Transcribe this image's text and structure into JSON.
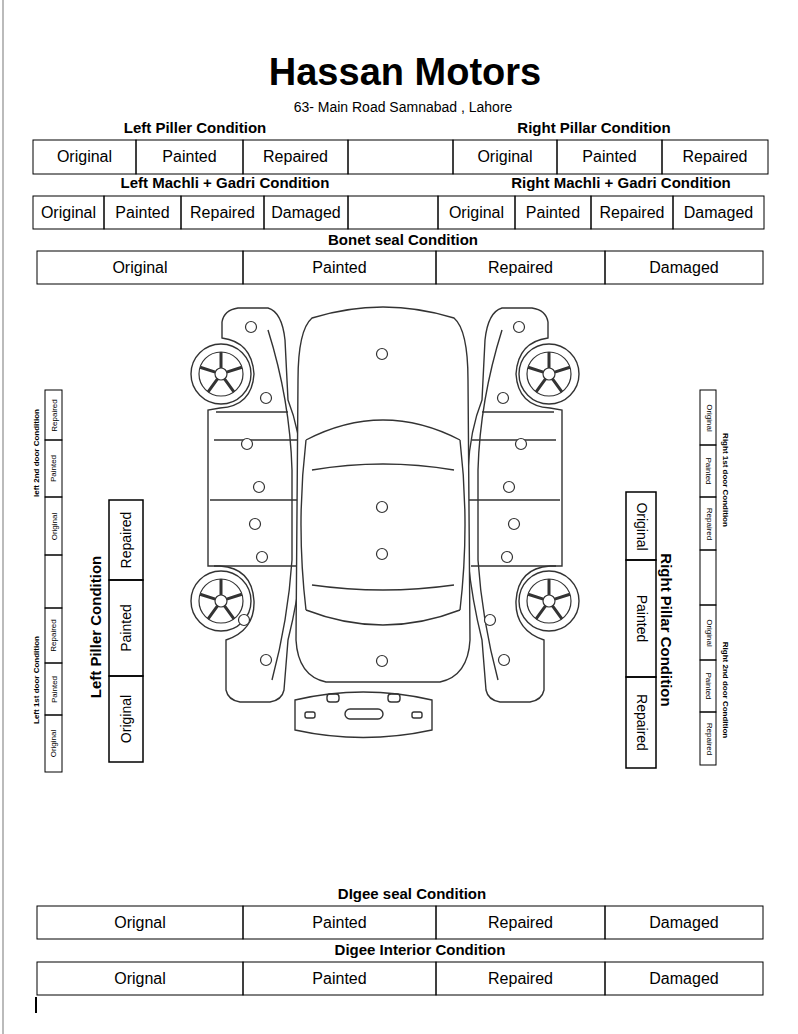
{
  "diagram": {
    "title": "Hassan Motors",
    "labels": [
      "63- Main Road Samnabad , Lahore",
      "Left Piller Condition",
      "Right Pillar Condition",
      "Original",
      "Painted",
      "Repaired",
      "Original",
      "Painted",
      "Repaired",
      "Left Machli + Gadri Condition",
      "Right Machli + Gadri Condition",
      "Original",
      "Painted",
      "Repaired",
      "Damaged",
      "Original",
      "Painted",
      "Repaired",
      "Damaged",
      "Bonet seal Condition",
      "Original",
      "Painted",
      "Repaired",
      "Damaged",
      "left 2nd door Condition",
      "Repaired",
      "Painted",
      "Original",
      "Left 1st door Condition",
      "Repaired",
      "Painted",
      "Original",
      "Left Piller Condition",
      "Repaired",
      "Painted",
      "Original",
      "Original",
      "Painted",
      "Repaired",
      "Right Pillar Condition",
      "Original",
      "Painted",
      "Repaired",
      "Right 1st door Condition",
      "Original",
      "Painted",
      "Repaired",
      "Right 2nd door Condition",
      "DIgee seal Condition",
      "Orignal",
      "Painted",
      "Repaired",
      "Damaged",
      "Digee Interior Condition",
      "Orignal",
      "Painted",
      "Repaired",
      "Damaged"
    ]
  }
}
